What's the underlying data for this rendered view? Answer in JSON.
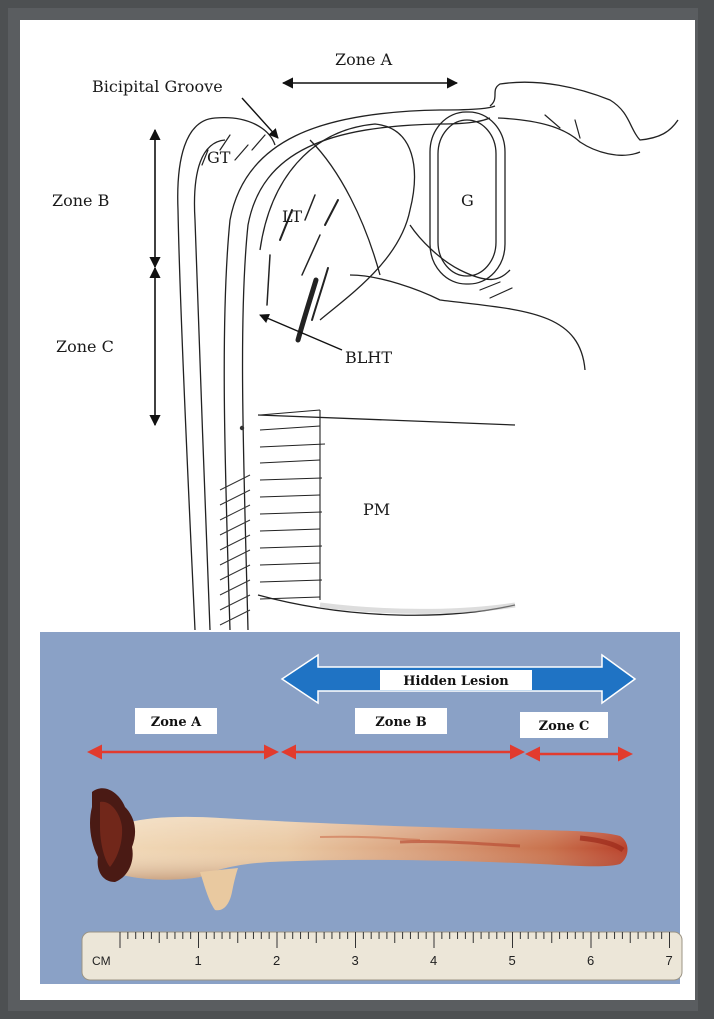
{
  "diagram": {
    "labels": {
      "zone_a": "Zone A",
      "zone_b": "Zone B",
      "zone_c": "Zone C",
      "bicipital_groove": "Bicipital Groove",
      "gt": "GT",
      "lt": "LT",
      "g": "G",
      "blht": "BLHT",
      "pm": "PM"
    }
  },
  "photo": {
    "hidden_lesion": "Hidden Lesion",
    "zone_a": "Zone A",
    "zone_b": "Zone B",
    "zone_c": "Zone C",
    "ruler_unit": "CM",
    "ruler_numbers": [
      "1",
      "2",
      "3",
      "4",
      "5",
      "6",
      "7"
    ],
    "colors": {
      "background": "#8ea4c8",
      "hidden_lesion_arrow": "#1f73c4",
      "zone_arrows": "#e23b2e"
    }
  }
}
